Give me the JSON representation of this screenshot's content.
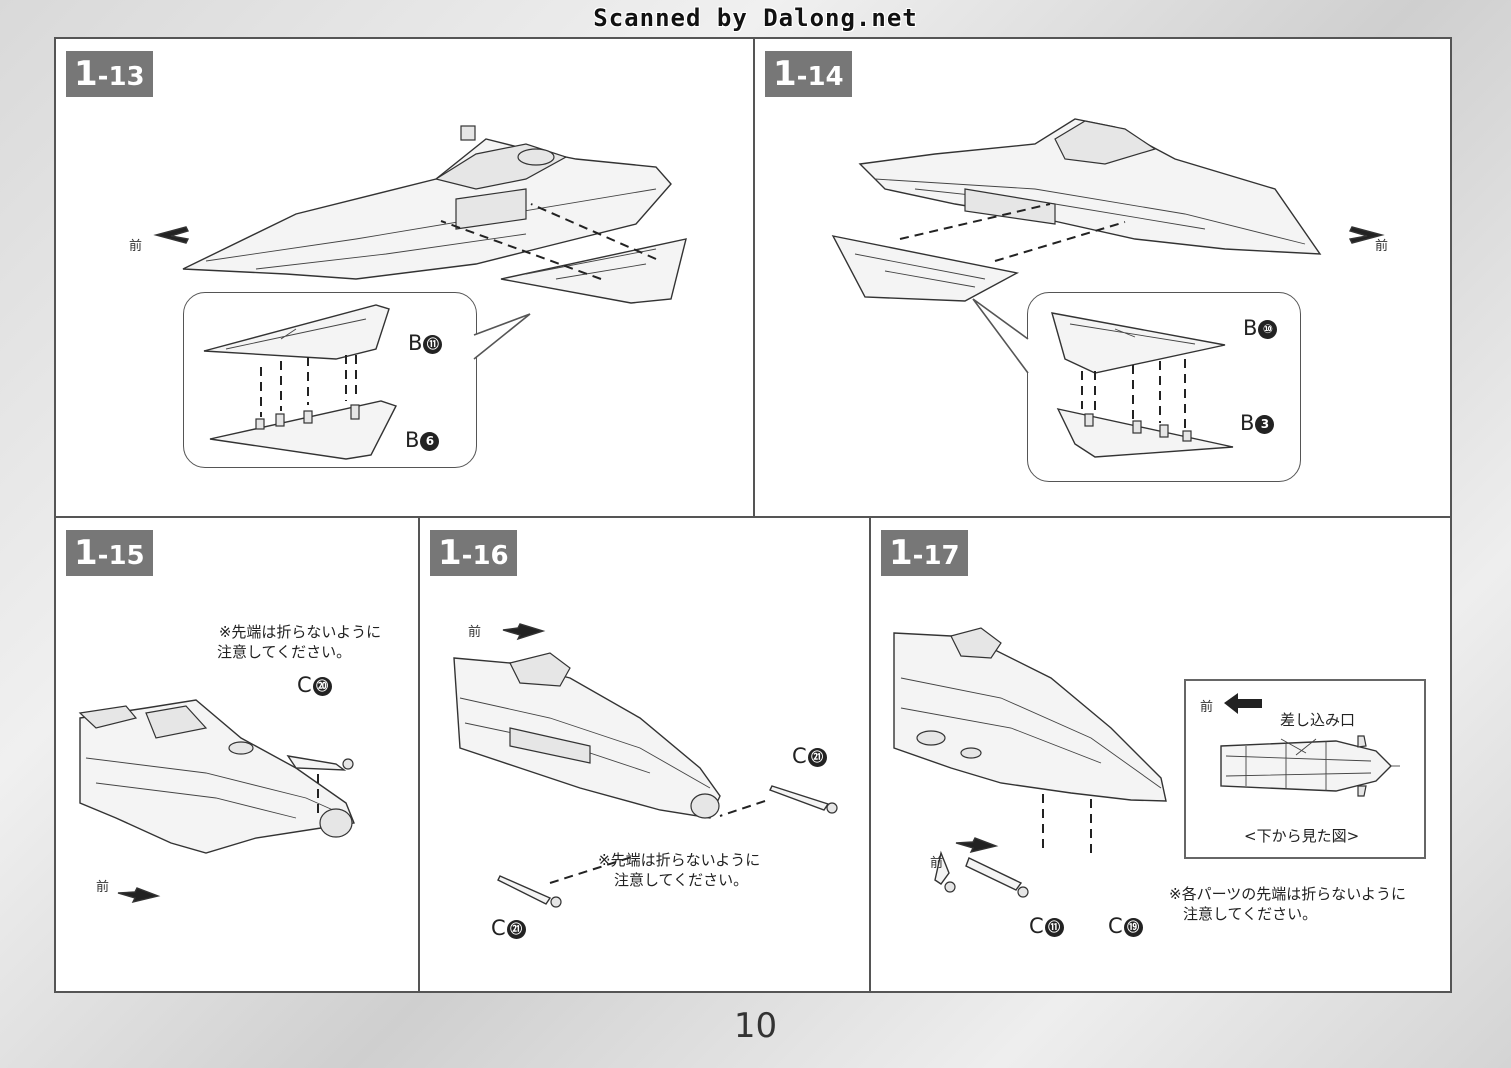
{
  "watermark": "Scanned by Dalong.net",
  "page_number": "10",
  "front_label": "前",
  "steps": {
    "s13": {
      "major": "1",
      "minor": "-13",
      "parts": {
        "upper": {
          "letter": "B",
          "num": "⑪"
        },
        "lower": {
          "letter": "B",
          "num": "6"
        }
      }
    },
    "s14": {
      "major": "1",
      "minor": "-14",
      "parts": {
        "upper": {
          "letter": "B",
          "num": "⑩"
        },
        "lower": {
          "letter": "B",
          "num": "3"
        }
      }
    },
    "s15": {
      "major": "1",
      "minor": "-15",
      "part": {
        "letter": "C",
        "num": "⑳"
      },
      "note": [
        "※先端は折らないように",
        "注意してください。"
      ]
    },
    "s16": {
      "major": "1",
      "minor": "-16",
      "part_top": {
        "letter": "C",
        "num": "㉑"
      },
      "part_bottom": {
        "letter": "C",
        "num": "㉑"
      },
      "note": [
        "※先端は折らないように",
        "注意してください。"
      ]
    },
    "s17": {
      "major": "1",
      "minor": "-17",
      "parts": [
        {
          "letter": "C",
          "num": "⑪"
        },
        {
          "letter": "C",
          "num": "⑲"
        }
      ],
      "note": [
        "※各パーツの先端は折らないように",
        "注意してください。"
      ],
      "inset": {
        "front": "前",
        "insert_slot": "差し込み口",
        "caption": "<下から見た図>"
      }
    }
  },
  "colors": {
    "step_badge": "#777777",
    "frame": "#555555",
    "page_bg": "#e4e4e4"
  }
}
